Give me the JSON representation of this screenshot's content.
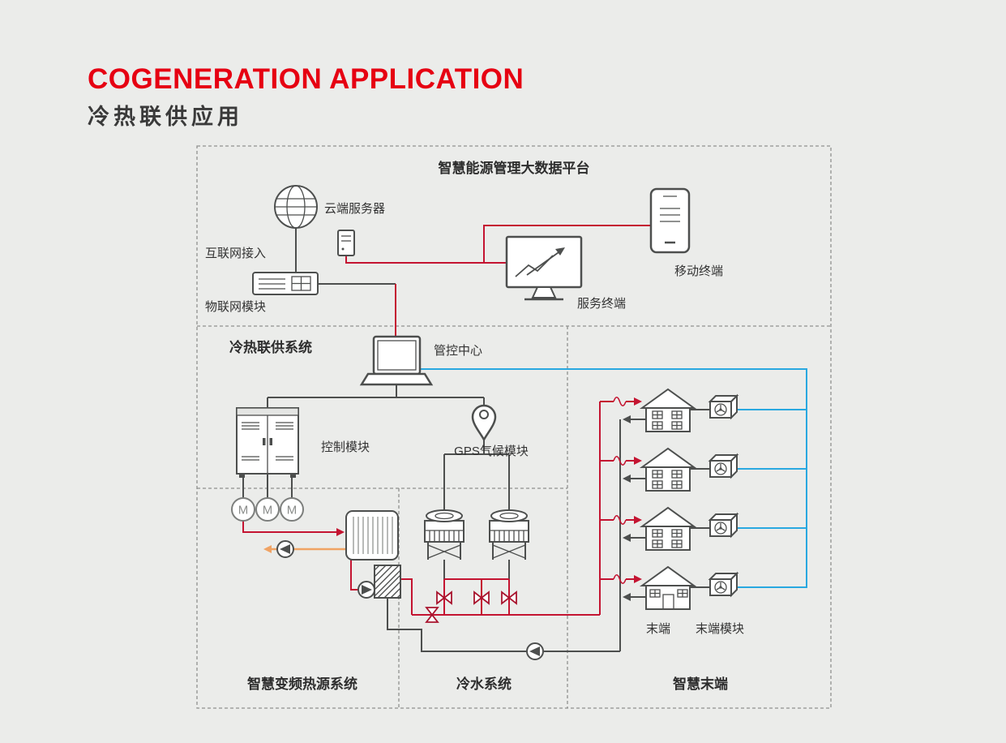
{
  "page": {
    "title_en": "COGENERATION APPLICATION",
    "title_zh": "冷热联供应用"
  },
  "colors": {
    "accent_red": "#e60012",
    "line_red": "#c41431",
    "line_blue": "#29a8e0",
    "line_orange": "#f0a364",
    "line_dark": "#4d4f4e",
    "background": "#ebecea"
  },
  "sections": {
    "platform": {
      "label": "智慧能源管理大数据平台"
    },
    "cogeneration": {
      "label": "冷热联供系统"
    },
    "heat_source": {
      "label": "智慧变频热源系统"
    },
    "chilled_water": {
      "label": "冷水系统"
    },
    "smart_terminal": {
      "label": "智慧末端"
    }
  },
  "nodes": {
    "cloud_server": "云端服务器",
    "internet_access": "互联网接入",
    "iot_module": "物联网模块",
    "service_terminal": "服务终端",
    "mobile_terminal": "移动终端",
    "control_center": "管控中心",
    "control_module": "控制模块",
    "gps_module": "GPS气候模块",
    "terminal_unit": "末端",
    "terminal_module": "末端模块",
    "motor_label": "M"
  }
}
